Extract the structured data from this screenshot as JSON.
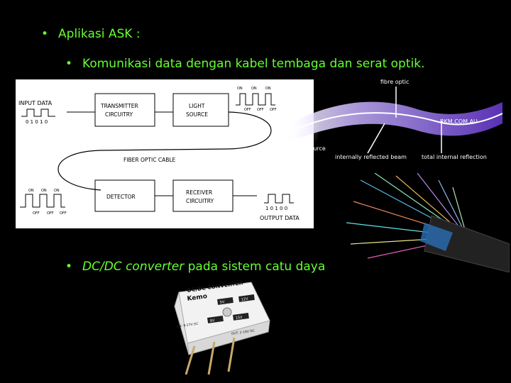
{
  "slide": {
    "bullet1": "Aplikasi ASK :",
    "bullet2": "Komunikasi data dengan kabel tembaga dan serat optik.",
    "bullet3_italic": "DC/DC converter",
    "bullet3_rest": " pada sistem catu daya",
    "bullet_glyph": "•"
  },
  "diagram": {
    "input_data": "INPUT DATA",
    "input_bits": "0  1  0  1  0",
    "transmitter": [
      "TRANSMITTER",
      "CIRCUITRY"
    ],
    "light_source": [
      "LIGHT",
      "SOURCE"
    ],
    "on_labels_top": [
      "ON",
      "ON",
      "ON"
    ],
    "off_labels_top": [
      "OFF",
      "OFF",
      "OFF"
    ],
    "cable": "FIBER OPTIC CABLE",
    "detector": "DETECTOR",
    "receiver": [
      "RECEIVER",
      "CIRCUITRY"
    ],
    "on_labels_bottom": [
      "ON",
      "ON",
      "ON"
    ],
    "off_labels_bottom": [
      "OFF",
      "OFF",
      "OFF"
    ],
    "output_bits": "1  0  1  0  0",
    "output_data": "OUTPUT DATA"
  },
  "fiber_photo": {
    "fibre_optic": "fibre optic",
    "watermark": "RKM.COM.AU",
    "light_source": "light source",
    "internal_beam": "internally reflected beam",
    "total_reflection": "total internal reflection"
  },
  "converter_photo": {
    "title": "DC/DC CONVERTER",
    "brand": "Kemo",
    "vin": "VIN: 8-27V DC",
    "vout": "OUT: 2-16V DC",
    "volts": [
      "5V",
      "9V",
      "12V",
      "15V"
    ]
  }
}
